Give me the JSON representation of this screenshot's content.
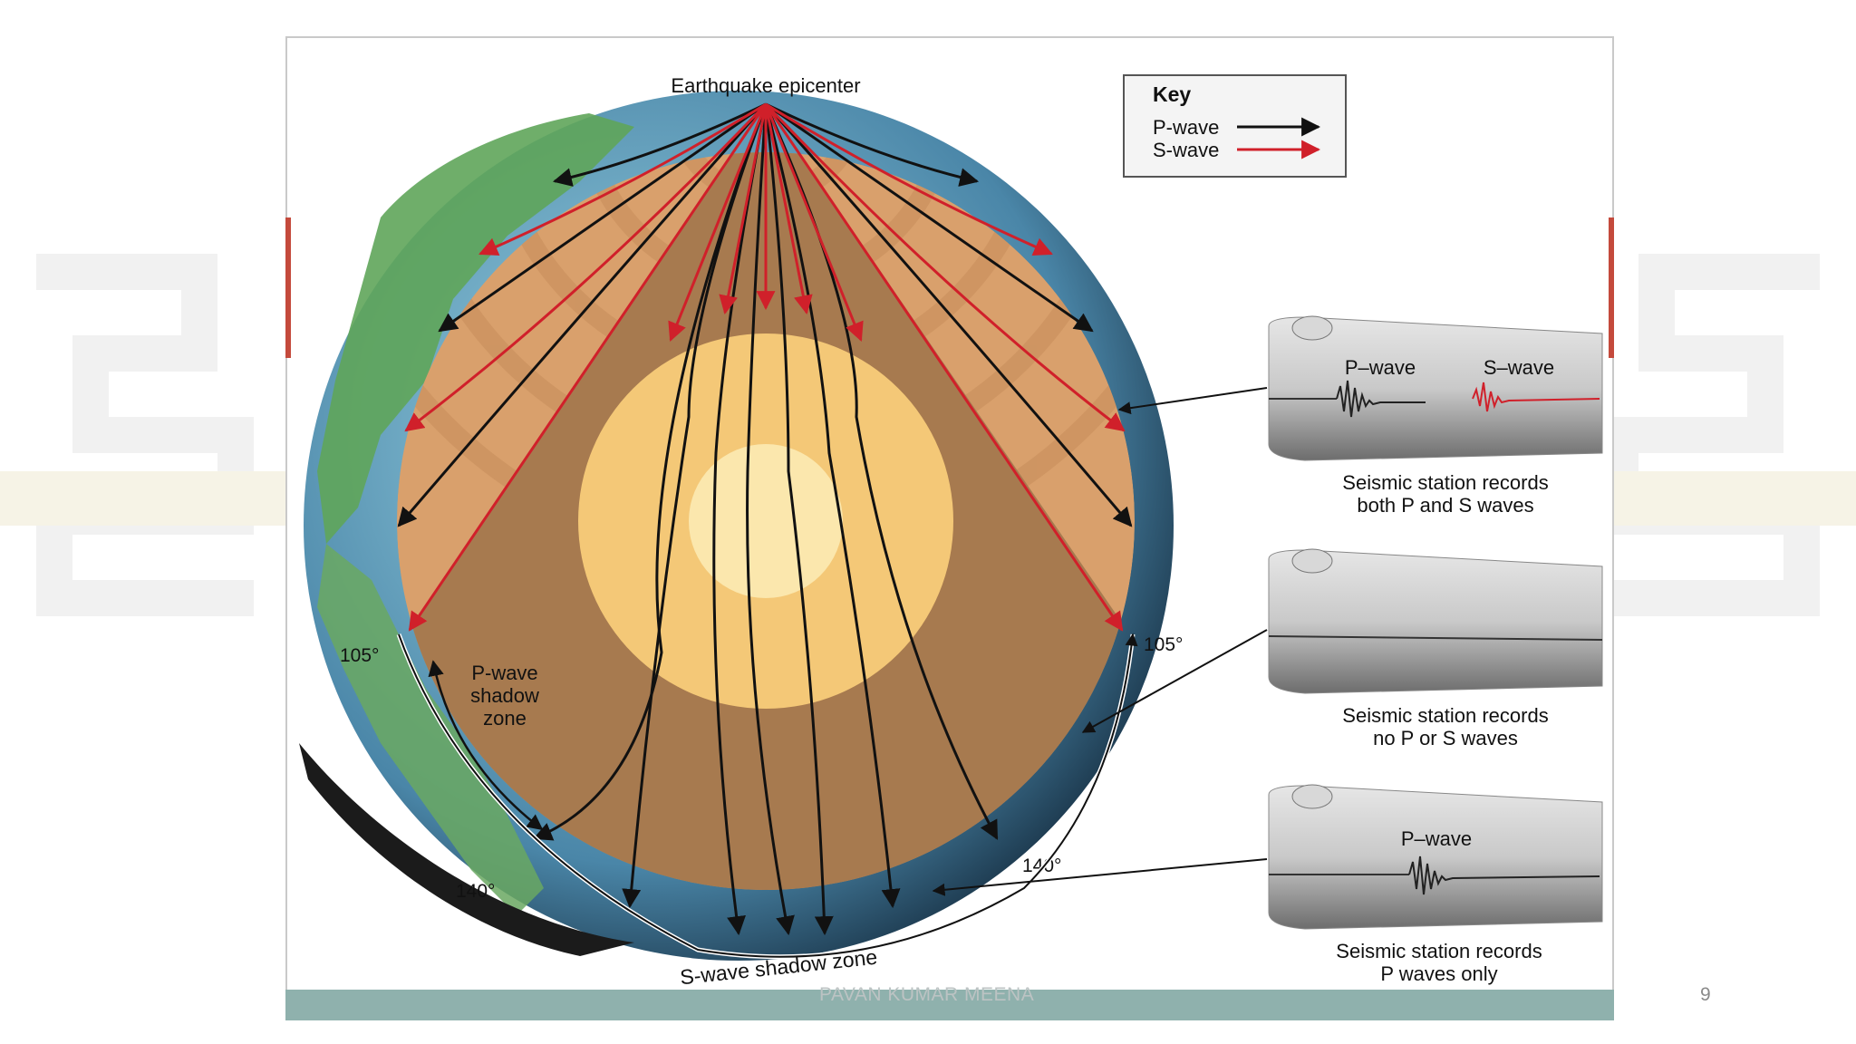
{
  "diagram": {
    "title": "Earthquake epicenter",
    "key": {
      "heading": "Key",
      "items": [
        {
          "label": "P-wave",
          "color": "#111111"
        },
        {
          "label": "S-wave",
          "color": "#d0202a"
        }
      ]
    },
    "angles": {
      "left_105": "105°",
      "right_105": "105°",
      "left_140": "140°",
      "right_140": "140°"
    },
    "p_shadow_label": [
      "P-wave",
      "shadow",
      "zone"
    ],
    "s_shadow_label": "S-wave shadow zone",
    "stations": [
      {
        "waves": [
          "P–wave",
          "S–wave"
        ],
        "caption": [
          "Seismic station records",
          "both P and S waves"
        ]
      },
      {
        "waves": [],
        "caption": [
          "Seismic station records",
          "no P or S waves"
        ]
      },
      {
        "waves": [
          "P–wave"
        ],
        "caption": [
          "Seismic station records",
          "P waves only"
        ]
      }
    ]
  },
  "footer": {
    "author": "PAVAN KUMAR MEENA",
    "page": "9"
  },
  "colors": {
    "mantle": "#d9a06c",
    "outer_core": "#f4c877",
    "inner_core": "#fbe7ad",
    "shadow": "#a77a4f",
    "footer_band": "#8fb1ad",
    "accent": "#c44a3c"
  }
}
